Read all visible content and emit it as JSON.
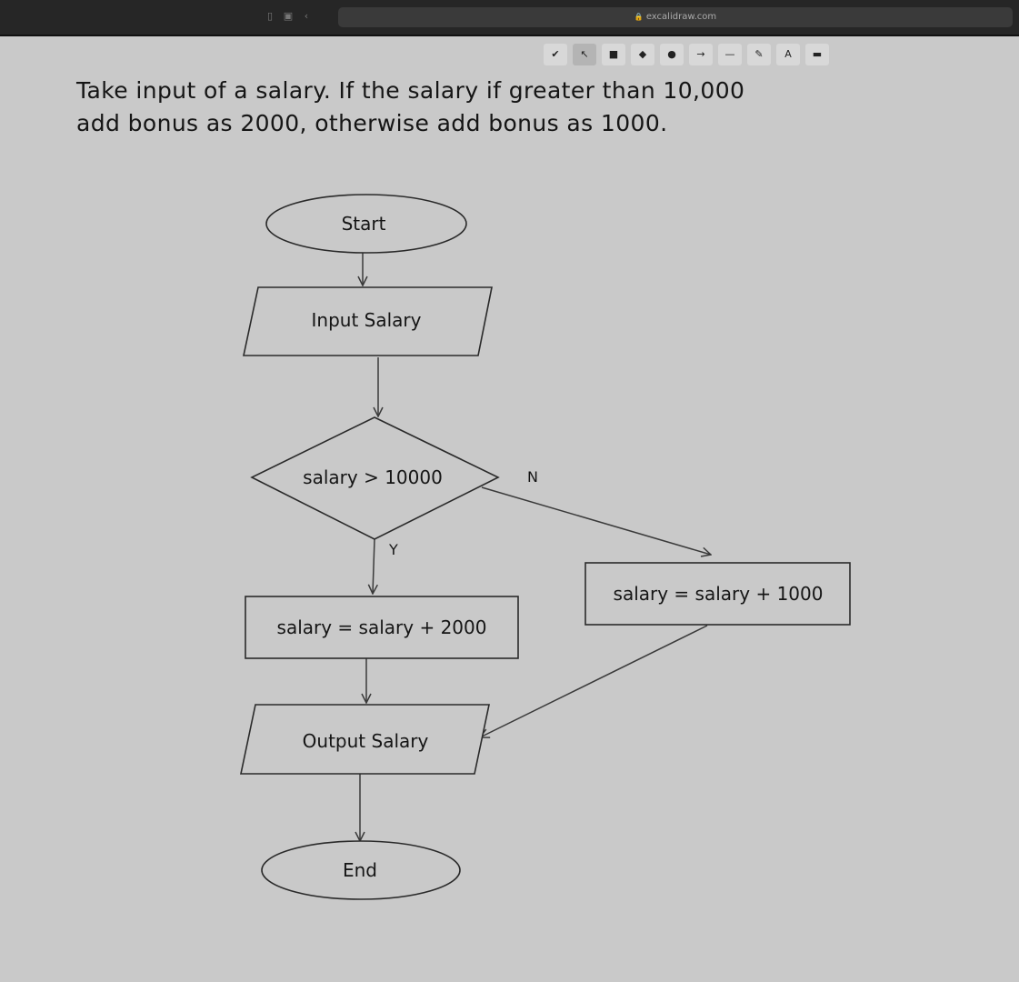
{
  "browser": {
    "url": "excalidraw.com",
    "nav_icons": [
      "sidebar-icon",
      "tabs-icon",
      "back-icon"
    ]
  },
  "toolbar": {
    "tools": [
      {
        "name": "lock-tool",
        "glyph": "✔",
        "active": false
      },
      {
        "name": "selection-tool",
        "glyph": "↖",
        "active": true
      },
      {
        "name": "rectangle-tool",
        "glyph": "■",
        "active": false
      },
      {
        "name": "diamond-tool",
        "glyph": "◆",
        "active": false
      },
      {
        "name": "ellipse-tool",
        "glyph": "●",
        "active": false
      },
      {
        "name": "arrow-tool",
        "glyph": "→",
        "active": false
      },
      {
        "name": "line-tool",
        "glyph": "—",
        "active": false
      },
      {
        "name": "draw-tool",
        "glyph": "✎",
        "active": false
      },
      {
        "name": "text-tool",
        "glyph": "A",
        "active": false
      },
      {
        "name": "image-tool",
        "glyph": "▬",
        "active": false
      }
    ]
  },
  "problem": {
    "line1": "Take input of a salary. If the salary if greater than 10,000",
    "line2": "add bonus as 2000, otherwise add bonus as 1000."
  },
  "flowchart": {
    "nodes": {
      "start": {
        "shape": "ellipse",
        "label": "Start"
      },
      "input": {
        "shape": "parallelogram",
        "label": "Input Salary"
      },
      "decision": {
        "shape": "diamond",
        "label": "salary > 10000"
      },
      "yes_process": {
        "shape": "rectangle",
        "label": "salary = salary + 2000"
      },
      "no_process": {
        "shape": "rectangle",
        "label": "salary = salary + 1000"
      },
      "output": {
        "shape": "parallelogram",
        "label": "Output Salary"
      },
      "end": {
        "shape": "ellipse",
        "label": "End"
      }
    },
    "edges": {
      "yes": "Y",
      "no": "N"
    }
  },
  "colors": {
    "canvas": "#c9c9c9",
    "stroke": "#2a2a2a",
    "browser_bar": "#262626"
  }
}
